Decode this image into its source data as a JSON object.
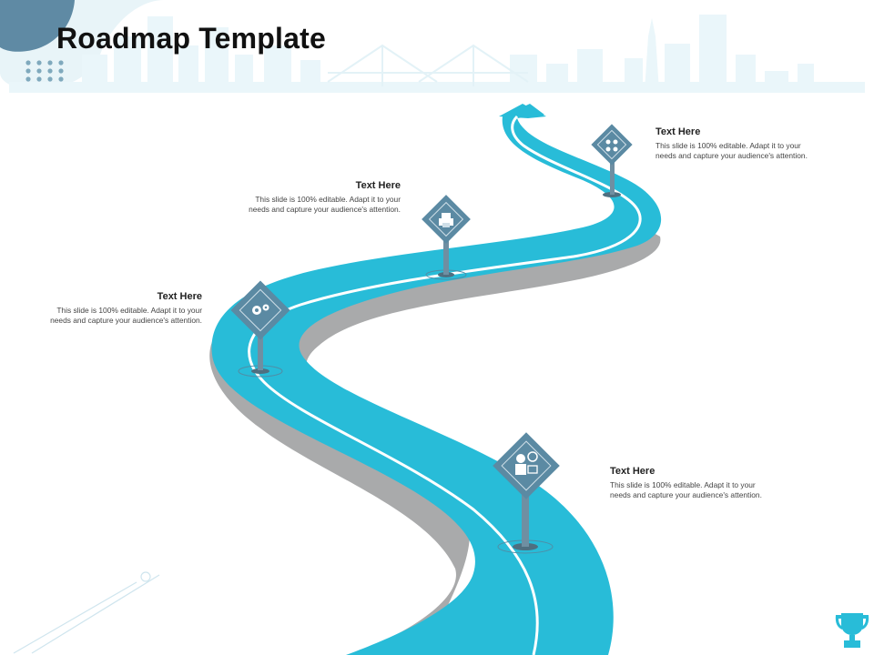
{
  "slide": {
    "title": "Roadmap Template"
  },
  "milestones": [
    {
      "heading": "Text Here",
      "body": "This slide is 100% editable. Adapt it to your needs and capture your audience's attention.",
      "icon": "gears-icon"
    },
    {
      "heading": "Text Here",
      "body": "This slide is 100% editable. Adapt it to your needs and capture your audience's attention.",
      "icon": "printer-icon"
    },
    {
      "heading": "Text Here",
      "body": "This slide is 100% editable. Adapt it to your needs and capture your audience's attention.",
      "icon": "network-icon"
    },
    {
      "heading": "Text Here",
      "body": "This slide is 100% editable. Adapt it to your needs and capture your audience's attention.",
      "icon": "businessman-money-icon"
    }
  ],
  "colors": {
    "road": "#28bcd8",
    "road_shadow": "#a9aaab",
    "sign": "#5b8aa3",
    "accent_circle": "#5f8aa4",
    "skyline": "#e9f6fa",
    "trophy": "#28bcd8"
  },
  "decor": {
    "corner_icon": "trophy-icon",
    "background": "city-skyline"
  }
}
